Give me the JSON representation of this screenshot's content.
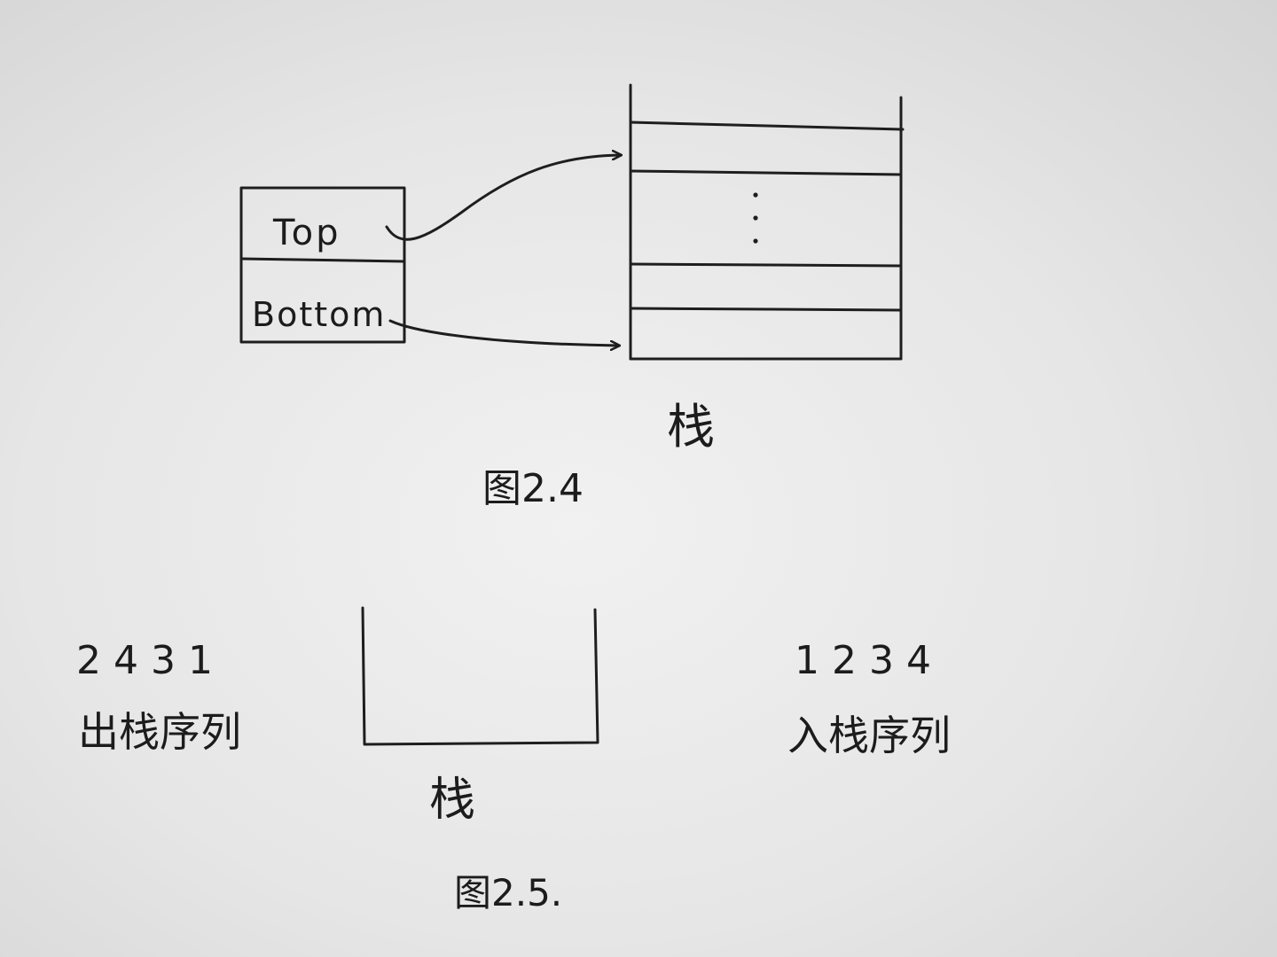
{
  "figure_2_4": {
    "struct_fields": [
      "Top",
      "Bottom"
    ],
    "stack_label": "栈",
    "caption": "图2.4"
  },
  "figure_2_5": {
    "pop_sequence": "2 4 3 1",
    "pop_label": "出栈序列",
    "push_sequence": "1 2 3 4",
    "push_label": "入栈序列",
    "stack_label": "栈",
    "caption": "图2.5."
  }
}
